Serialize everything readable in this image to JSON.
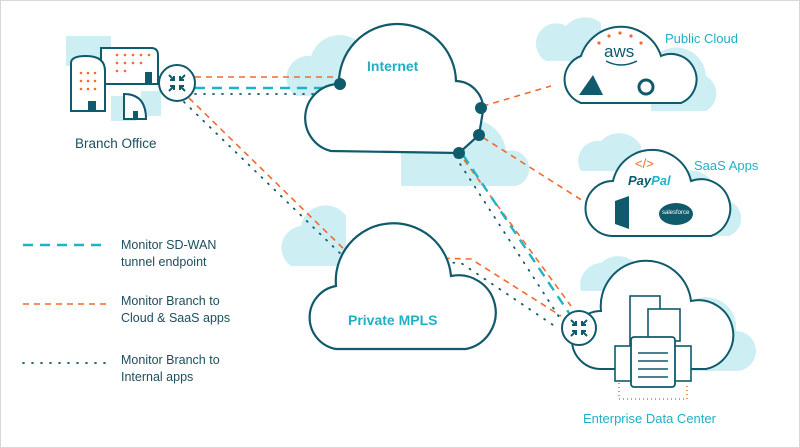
{
  "colors": {
    "navy": "#0f5a6b",
    "light_cyan": "#cdeef2",
    "orange": "#f26a2e",
    "teal": "#1eb4c8"
  },
  "nodes": {
    "branch": {
      "label": "Branch Office"
    },
    "internet": {
      "label": "Internet"
    },
    "mpls": {
      "label": "Private MPLS"
    },
    "public_cloud": {
      "label": "Public Cloud",
      "logo_text": "aws"
    },
    "saas": {
      "label": "SaaS Apps",
      "code_glyph": "</>",
      "paypal_1": "Pay",
      "paypal_2": "Pal",
      "salesforce": "salesforce"
    },
    "datacenter": {
      "label": "Enterprise Data Center"
    }
  },
  "legend": [
    {
      "style": "dashed-teal",
      "line1": "Monitor SD-WAN",
      "line2": "tunnel endpoint"
    },
    {
      "style": "dashed-orange",
      "line1": "Monitor Branch to",
      "line2": "Cloud & SaaS apps"
    },
    {
      "style": "dotted-navy",
      "line1": "Monitor Branch to",
      "line2": "Internal apps"
    }
  ]
}
